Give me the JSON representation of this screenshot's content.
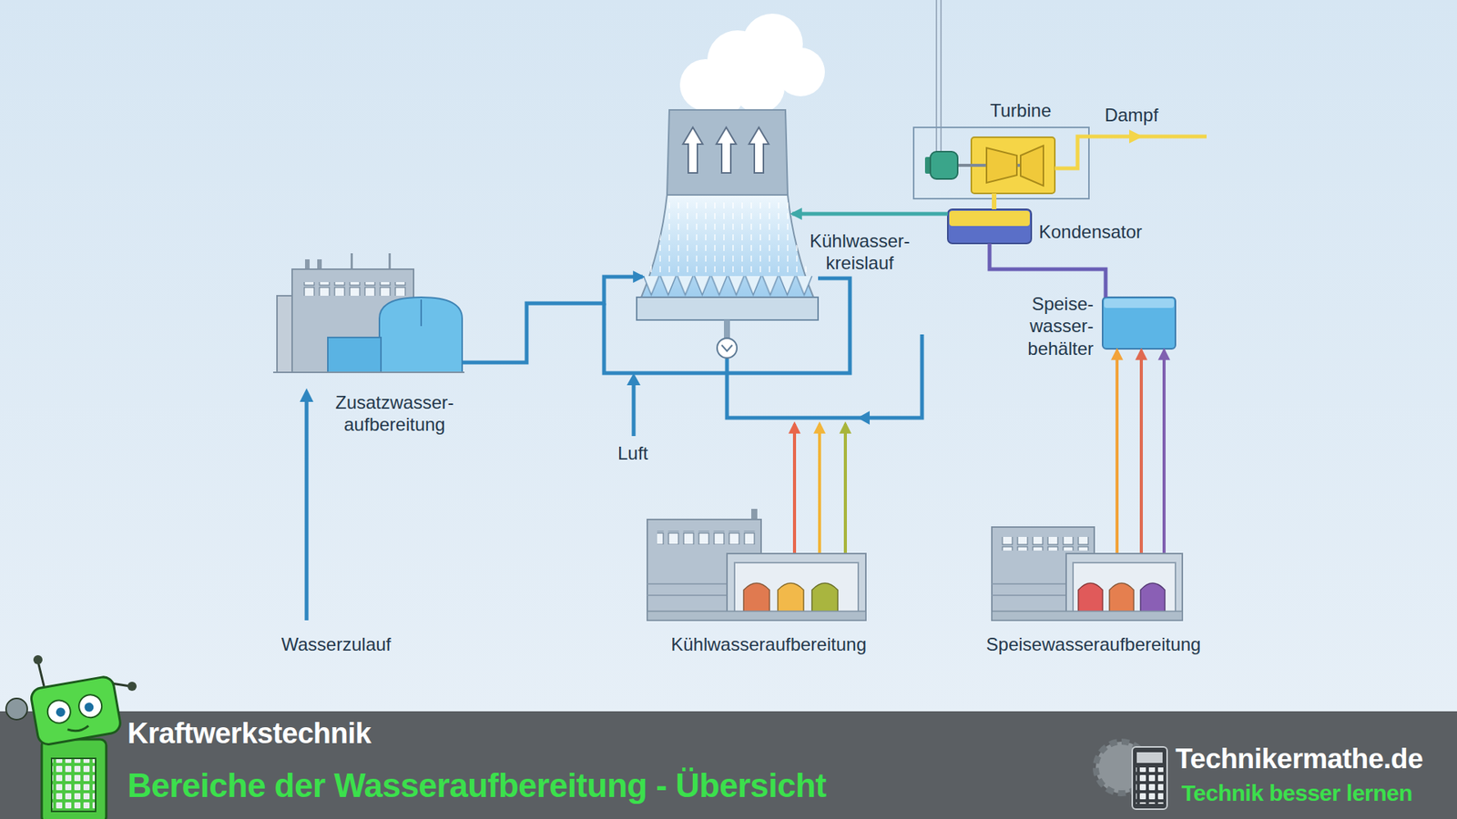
{
  "diagram": {
    "title": "Bereiche der Wasseraufbereitung - Übersicht",
    "nodes": [
      {
        "text": [
          "Zusatzwasser- aufbereitung"
        ]
      },
      {
        "text": [
          "Kühlwasser- kreislauf"
        ]
      },
      {
        "text": [
          "Turbine"
        ]
      },
      {
        "text": [
          "Kondensator"
        ]
      },
      {
        "text": [
          "Speise- wasser- behälter"
        ]
      },
      {
        "text": [
          "Kühlwasseraufbereitung"
        ]
      },
      {
        "text": [
          "Speisewasseraufbereitung"
        ]
      }
    ],
    "edges": [
      {
        "from": 0,
        "to": 1,
        "arrow": "to"
      },
      {
        "from": 3,
        "to": 1,
        "arrow": "to"
      },
      {
        "from": 2,
        "to": 3,
        "arrow": "none"
      },
      {
        "from": 3,
        "to": 4,
        "arrow": "none"
      },
      {
        "from": 5,
        "to": 1,
        "arrow": "to"
      },
      {
        "from": 5,
        "to": 1,
        "arrow": "to"
      },
      {
        "from": 5,
        "to": 1,
        "arrow": "to"
      },
      {
        "from": 6,
        "to": 4,
        "arrow": "to"
      },
      {
        "from": 6,
        "to": 4,
        "arrow": "to"
      },
      {
        "from": 6,
        "to": 4,
        "arrow": "to"
      }
    ],
    "labels": [
      "Dampf",
      "Luft",
      "Wasserzulauf",
      "Kraftwerkstechnik",
      "Technikermathe.de",
      "Technik besser lernen"
    ]
  }
}
